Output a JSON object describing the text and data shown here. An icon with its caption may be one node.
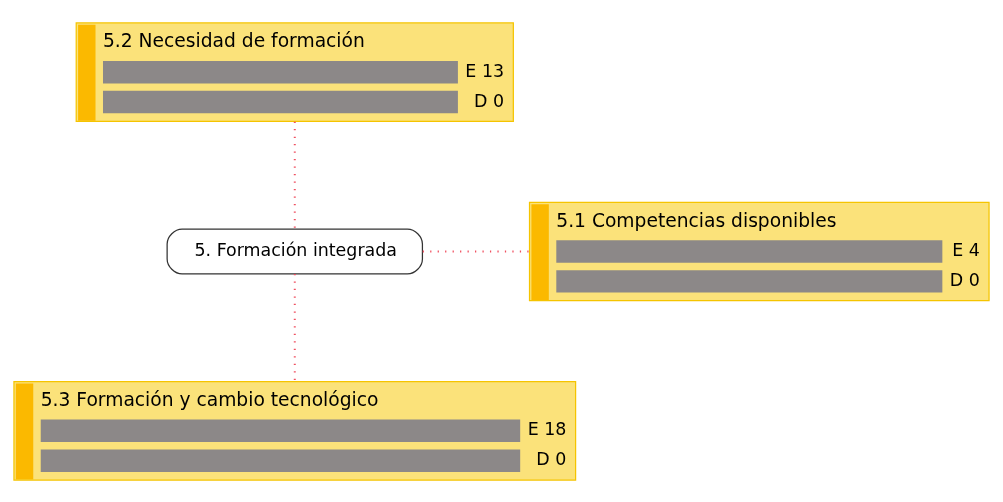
{
  "diagram": {
    "nodes": [
      {
        "text": [
          "5.2 Necesidad de formación",
          "E 13",
          "D 0"
        ]
      },
      {
        "text": [
          "5. Formación integrada"
        ]
      },
      {
        "text": [
          "5.1 Competencias disponibles",
          "E 4",
          "D 0"
        ]
      },
      {
        "text": [
          "5.3 Formación y cambio tecnológico",
          "E 18",
          "D 0"
        ]
      }
    ],
    "edges": [
      {
        "from": 0,
        "to": 1,
        "arrow": "none",
        "style": "dashed"
      },
      {
        "from": 1,
        "to": 2,
        "arrow": "none",
        "style": "dashed"
      },
      {
        "from": 1,
        "to": 3,
        "arrow": "none",
        "style": "dashed"
      }
    ]
  }
}
